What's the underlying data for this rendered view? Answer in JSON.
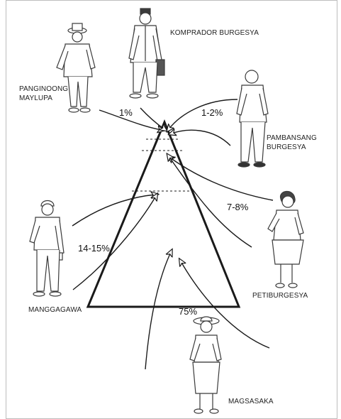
{
  "classes": [
    {
      "id": "landlords",
      "name_line1": "PANGINOONG",
      "name_line2": "MAYLUPA"
    },
    {
      "id": "comprador",
      "name_line1": "KOMPRADOR BURGESYA"
    },
    {
      "id": "national",
      "name_line1": "PAMBANSANG",
      "name_line2": "BURGESYA"
    },
    {
      "id": "petty",
      "name_line1": "PETIBURGESYA"
    },
    {
      "id": "workers",
      "name_line1": "MANGGAGAWA"
    },
    {
      "id": "peasants",
      "name_line1": "MAGSASAKA"
    }
  ],
  "percentages": {
    "landlords": "1%",
    "national": "1-2%",
    "petty": "7-8%",
    "workers": "14-15%",
    "peasants": "75%"
  },
  "colors": {
    "outline": "#1a1a1a",
    "figure_stroke": "#3a3a3a",
    "background": "#ffffff"
  },
  "icons": [
    "landlord-figure-icon",
    "comprador-figure-icon",
    "national-bourgeois-figure-icon",
    "petty-bourgeois-figure-icon",
    "worker-figure-icon",
    "peasant-figure-icon",
    "pyramid-icon"
  ]
}
